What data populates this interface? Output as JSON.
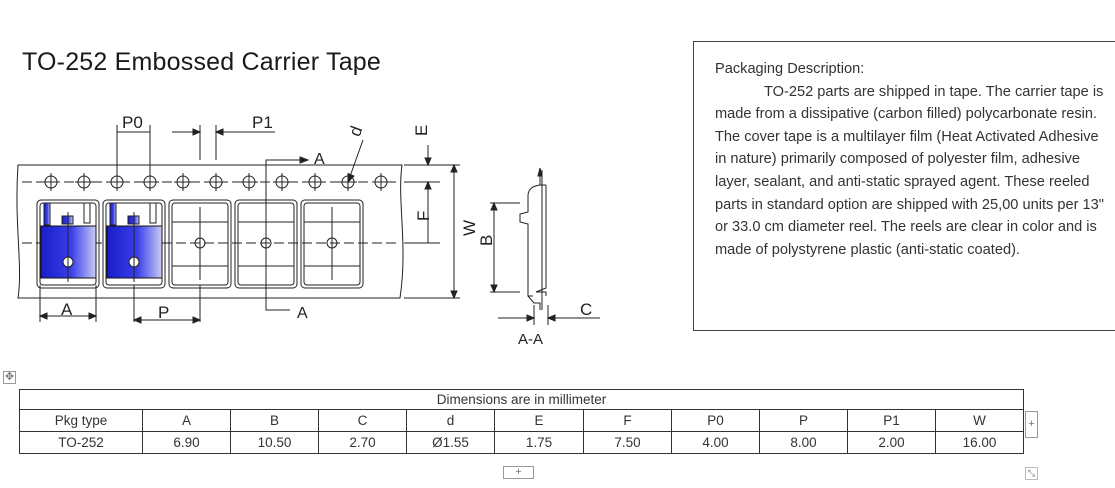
{
  "title": "TO-252  Embossed Carrier Tape",
  "drawing": {
    "labels": {
      "p0": "P0",
      "p1": "P1",
      "d": "d",
      "e": "E",
      "a_top": "A",
      "f": "F",
      "w": "W",
      "b": "B",
      "a_bottom": "A",
      "p": "P",
      "a_right": "A",
      "c": "C",
      "section": "A-A"
    }
  },
  "description": {
    "heading": "Packaging Description:",
    "body": "TO-252  parts are shipped in tape. The carrier tape is made from a dissipative (carbon filled) polycarbonate resin. The cover tape is a multilayer film (Heat Activated Adhesive in nature) primarily composed of polyester film, adhesive layer, sealant, and anti-static sprayed agent. These reeled parts in standard option are shipped with 25,00 units per 13\" or 33.0 cm diameter reel. The reels are clear in color and is made of polystyrene plastic (anti-static coated)."
  },
  "table": {
    "caption": "Dimensions are in millimeter",
    "headers": [
      "Pkg type",
      "A",
      "B",
      "C",
      "d",
      "E",
      "F",
      "P0",
      "P",
      "P1",
      "W"
    ],
    "row": [
      "TO-252",
      "6.90",
      "10.50",
      "2.70",
      "Ø1.55",
      "1.75",
      "7.50",
      "4.00",
      "8.00",
      "2.00",
      "16.00"
    ]
  },
  "controls": {
    "move_handle_icon": "move-icon",
    "add_column_icon": "plus-icon",
    "add_row_icon": "plus-icon",
    "resize_icon": "resize-icon"
  },
  "colors": {
    "component_blue": "#2a2ed8",
    "line": "#222222",
    "border": "#333333"
  }
}
